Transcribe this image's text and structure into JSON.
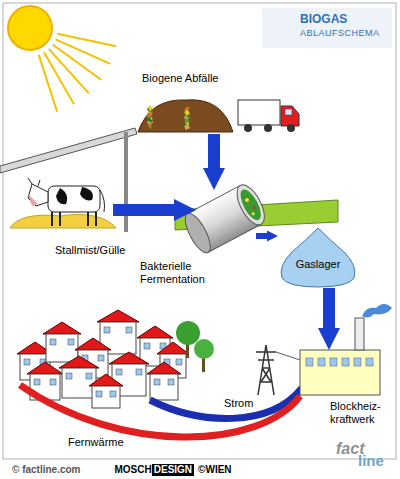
{
  "diagram": {
    "title": "BIOGAS",
    "nodes": [
      {
        "text": [
          "Biogene Abfälle"
        ]
      },
      {
        "text": [
          "Stallmist/Gülle"
        ]
      },
      {
        "text": [
          "Bakterielle Fermentation"
        ]
      },
      {
        "text": [
          "Gaslager"
        ]
      },
      {
        "text": [
          "Blockheiz- kraftwerk"
        ]
      }
    ],
    "edges": [
      {
        "from": 0,
        "to": 2,
        "arrow": "to"
      },
      {
        "from": 1,
        "to": 2,
        "arrow": "to"
      },
      {
        "from": 2,
        "to": 3,
        "arrow": "to"
      },
      {
        "from": 3,
        "to": 4,
        "arrow": "to"
      }
    ],
    "labels": [
      "ABLAUFSCHEMA",
      "Strom",
      "Fernwärme",
      "© factline.com",
      "MOSCH",
      "DESIGN",
      "©WIEN",
      "fact",
      "line"
    ]
  }
}
